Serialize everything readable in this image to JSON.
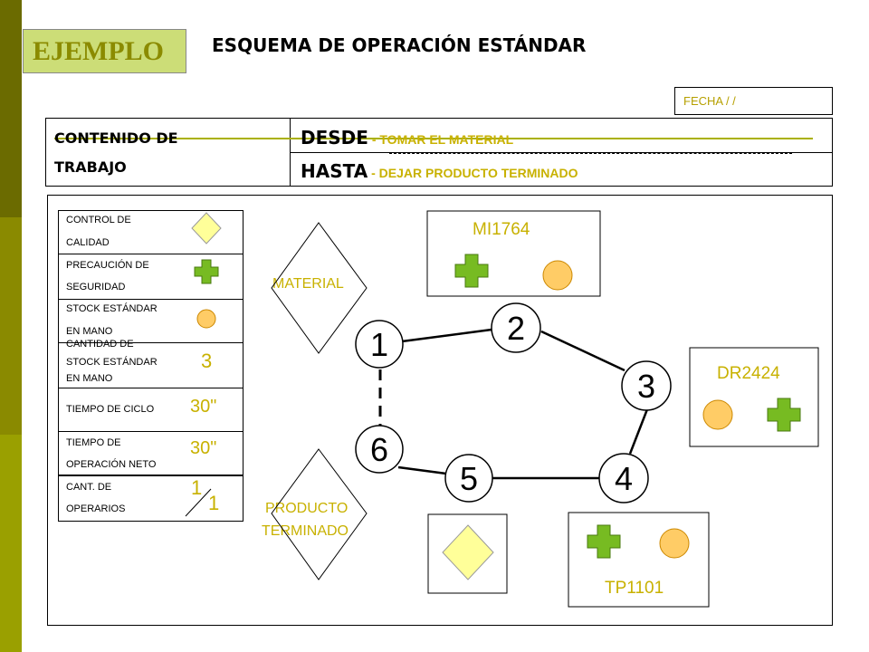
{
  "colors": {
    "strip_dark": "#6b6b00",
    "strip_light": "#9aa000",
    "accent_gold": "#c8b100",
    "badge_bg": "#ccdd77"
  },
  "badge": "EJEMPLO",
  "title": "ESQUEMA DE OPERACIÓN ESTÁNDAR",
  "fecha": "FECHA   / /",
  "contenido": {
    "line1": "CONTENIDO DE",
    "line2": "TRABAJO"
  },
  "desde": {
    "label": "DESDE",
    "text": " - TOMAR EL MATERIAL"
  },
  "hasta": {
    "label": "HASTA",
    "text": " - DEJAR PRODUCTO TERMINADO"
  },
  "legend": {
    "control": {
      "line1": "CONTROL  DE",
      "line2": "CALIDAD",
      "icon": "diamond-icon"
    },
    "precaucion": {
      "line1": "PRECAUCIÓN  DE",
      "line2": "SEGURIDAD",
      "icon": "cross-icon"
    },
    "stock": {
      "line1": "STOCK ESTÁNDAR",
      "line2": "EN MANO",
      "icon": "circle-icon"
    },
    "cantidad_stock": {
      "line1": "CANTIDAD DE",
      "line2": "STOCK ESTÁNDAR",
      "line3": "EN MANO",
      "value": "3"
    },
    "ciclo": {
      "line1": "TIEMPO  DE CICLO",
      "value": "30\""
    },
    "operacion": {
      "line1": "TIEMPO  DE",
      "line2": "OPERACIÓN  NETO",
      "value": "30\""
    },
    "operarios": {
      "line1": "CANT.  DE",
      "line2": "OPERARIOS",
      "num": "1",
      "den": "1"
    }
  },
  "diagram": {
    "material": "MATERIAL",
    "producto": {
      "line1": "PRODUCTO",
      "line2": "TERMINADO"
    },
    "stations": {
      "top": "MI1764",
      "right": "DR2424",
      "bottom": "TP1101"
    },
    "steps": [
      "1",
      "2",
      "3",
      "4",
      "5",
      "6"
    ]
  }
}
